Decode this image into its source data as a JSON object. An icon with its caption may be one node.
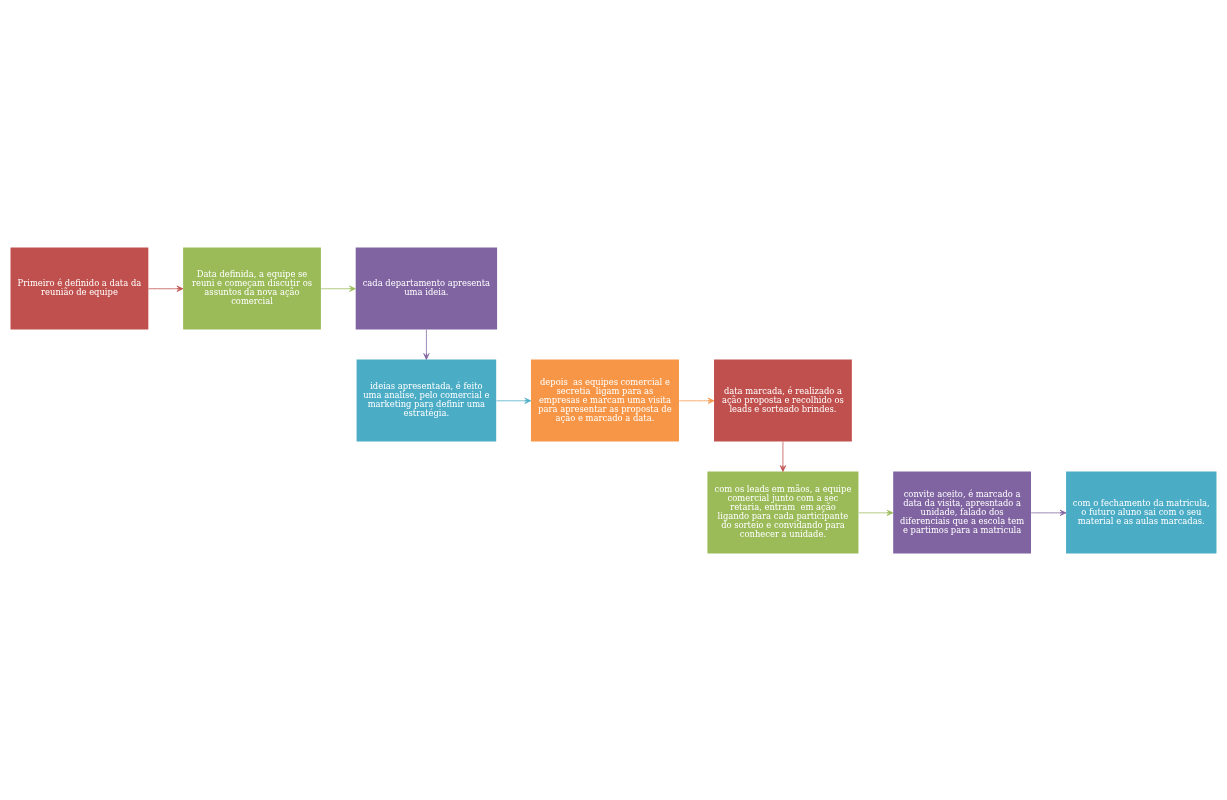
{
  "diagram": {
    "nodes": [
      {
        "text": [
          "Primeiro é definido a data da reunião de equipe"
        ]
      },
      {
        "text": [
          "Data definida, a equipe se reuni e começam discutir os assuntos da nova ação comercial"
        ]
      },
      {
        "text": [
          "cada departamento apresenta uma ideia."
        ]
      },
      {
        "text": [
          "ideias apresentada, é feito uma analise, pelo comercial e marketing para definir uma estratégia."
        ]
      },
      {
        "text": [
          "depois  as equipes comercial e secretia  ligam para as empresas e marcam uma visita para apresentar as proposta de ação e marcado a data."
        ]
      },
      {
        "text": [
          "data marcada, é realizado a ação proposta e recolhido os leads e sorteado brindes."
        ]
      },
      {
        "text": [
          "com os leads em mãos, a equipe comercial junto com a sec retaria, entram  em ação ligando para cada participante do sorteio e convidando para conhecer a unidade."
        ]
      },
      {
        "text": [
          "convite aceito, é marcado a data da visita, apresntado a unidade, falado dos diferenciais que a escola tem e partimos para a matricula"
        ]
      },
      {
        "text": [
          "com o fechamento da matricula, o futuro aluno sai com o seu material e as aulas marcadas."
        ]
      }
    ],
    "edges": [
      {
        "from": 0,
        "to": 1,
        "arrow": "to",
        "color": "#c0504d"
      },
      {
        "from": 1,
        "to": 2,
        "arrow": "to",
        "color": "#9bbb59"
      },
      {
        "from": 2,
        "to": 3,
        "arrow": "to",
        "color": "#8064a2"
      },
      {
        "from": 3,
        "to": 4,
        "arrow": "to",
        "color": "#4bacc6"
      },
      {
        "from": 4,
        "to": 5,
        "arrow": "to",
        "color": "#f79646"
      },
      {
        "from": 5,
        "to": 6,
        "arrow": "to",
        "color": "#c0504d"
      },
      {
        "from": 6,
        "to": 7,
        "arrow": "to",
        "color": "#9bbb59"
      },
      {
        "from": 7,
        "to": 8,
        "arrow": "to",
        "color": "#8064a2"
      }
    ]
  }
}
